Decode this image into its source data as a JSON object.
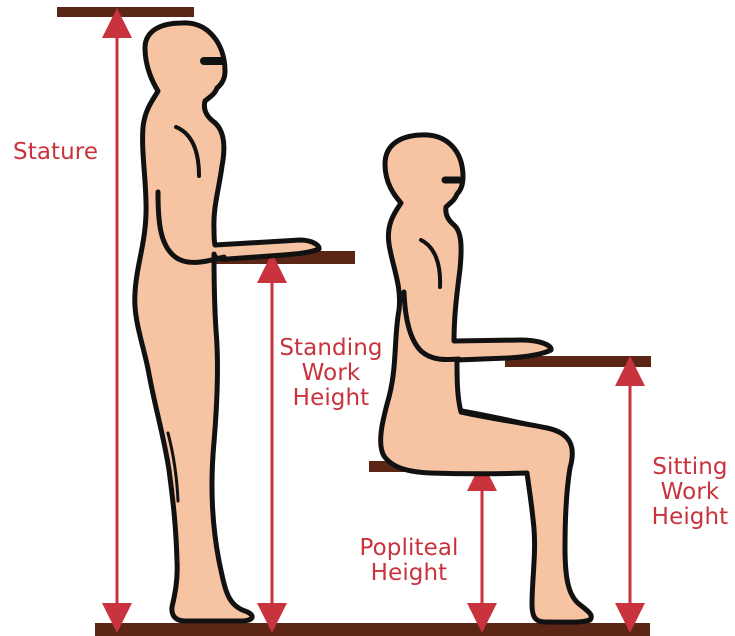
{
  "labels": {
    "stature": "Stature",
    "standing_work_height": [
      "Standing",
      "Work",
      "Height"
    ],
    "sitting_work_height": [
      "Sitting",
      "Work",
      "Height"
    ],
    "popliteal_height": [
      "Popliteal",
      "Height"
    ]
  },
  "colors": {
    "arrow": "#c8333d",
    "shelf": "#5b2616",
    "skin": "#f6c4a3",
    "outline": "#111111"
  }
}
